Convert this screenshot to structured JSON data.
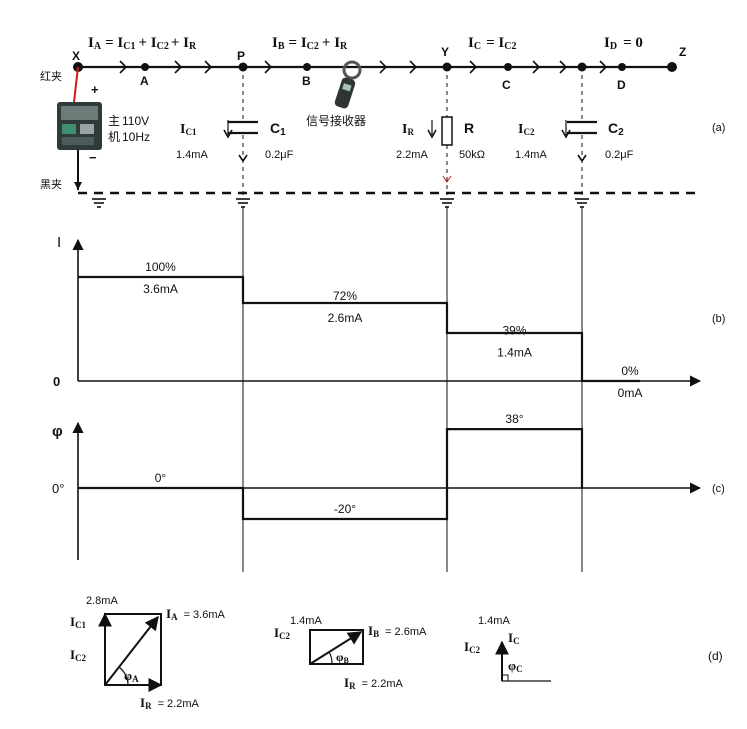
{
  "colors": {
    "ink": "#111111",
    "red_lead": "#cc1a1a",
    "device_dark": "#2f3a3a",
    "device_green": "#3f8f6e"
  },
  "icons": [
    "instrument-icon",
    "clamp-receiver-icon",
    "capacitor-icon",
    "resistor-icon",
    "ground-icon"
  ],
  "panel_labels": {
    "a": "(a)",
    "b": "(b)",
    "c": "(c)",
    "d": "(d)"
  },
  "circuit": {
    "nodes": {
      "X": "X",
      "A": "A",
      "P": "P",
      "B": "B",
      "Y": "Y",
      "C": "C",
      "D": "D",
      "Z": "Z"
    },
    "currents": {
      "IA": {
        "sym": "I",
        "sub": "A",
        "expr": "= I",
        "s1": "C1",
        "plus": "+ I",
        "s2": "C2",
        "plus2": "+ I",
        "s3": "R"
      },
      "IB": {
        "sym": "I",
        "sub": "B",
        "expr": "= I",
        "s1": "C2",
        "plus": "+ I",
        "s2": "R"
      },
      "IC": {
        "sym": "I",
        "sub": "C",
        "expr": "= I",
        "s1": "C2"
      },
      "ID": {
        "sym": "I",
        "sub": "D",
        "expr": "= 0"
      }
    },
    "instrument": {
      "red_clip": "红夹",
      "black_clip": "黑夹",
      "plus": "+",
      "minus": "−",
      "label_line1": "主",
      "label_line2": "机",
      "spec_line1": "110V",
      "spec_line2": "10Hz"
    },
    "receiver_label": "信号接收器",
    "c1": {
      "cur_sym": "I",
      "cur_sub": "C1",
      "cur_val": "1.4mA",
      "name": "C",
      "name_sub": "1",
      "value": "0.2μF"
    },
    "r": {
      "cur_sym": "I",
      "cur_sub": "R",
      "cur_val": "2.2mA",
      "name": "R",
      "value": "50kΩ"
    },
    "c2": {
      "cur_sym": "I",
      "cur_sub": "C2",
      "cur_val": "1.4mA",
      "name": "C",
      "name_sub": "2",
      "value": "0.2μF"
    }
  },
  "current_profile": {
    "axis_label": "I",
    "zero_label": "0",
    "segments": [
      {
        "pct": "100%",
        "val": "3.6mA",
        "level": 1.0
      },
      {
        "pct": "72%",
        "val": "2.6mA",
        "level": 0.72
      },
      {
        "pct": "39%",
        "val": "1.4mA",
        "level": 0.39
      },
      {
        "pct": "0%",
        "val": "0mA",
        "level": 0.0
      }
    ]
  },
  "phase_profile": {
    "axis_label": "φ",
    "zero_label": "0°",
    "segments": [
      {
        "label": "0°",
        "deg": 0
      },
      {
        "label": "-20°",
        "deg": -20
      },
      {
        "label": "38°",
        "deg": 38
      }
    ]
  },
  "phasors": {
    "d1": {
      "ic1_sym": "I",
      "ic1_sub": "C1",
      "ic2_sym": "I",
      "ic2_sub": "C2",
      "top_val": "2.8mA",
      "ia_sym": "I",
      "ia_sub": "A",
      "ia_val": "= 3.6mA",
      "phi": "φ",
      "phi_sub": "A",
      "ir_sym": "I",
      "ir_sub": "R",
      "ir_val": "= 2.2mA"
    },
    "d2": {
      "ic2_sym": "I",
      "ic2_sub": "C2",
      "top_val": "1.4mA",
      "ib_sym": "I",
      "ib_sub": "B",
      "ib_val": "= 2.6mA",
      "phi": "φ",
      "phi_sub": "B",
      "ir_sym": "I",
      "ir_sub": "R",
      "ir_val": "= 2.2mA"
    },
    "d3": {
      "ic2_sym": "I",
      "ic2_sub": "C2",
      "top_val": "1.4mA",
      "ic_sym": "I",
      "ic_sub": "C",
      "phi": "φ",
      "phi_sub": "C"
    }
  }
}
